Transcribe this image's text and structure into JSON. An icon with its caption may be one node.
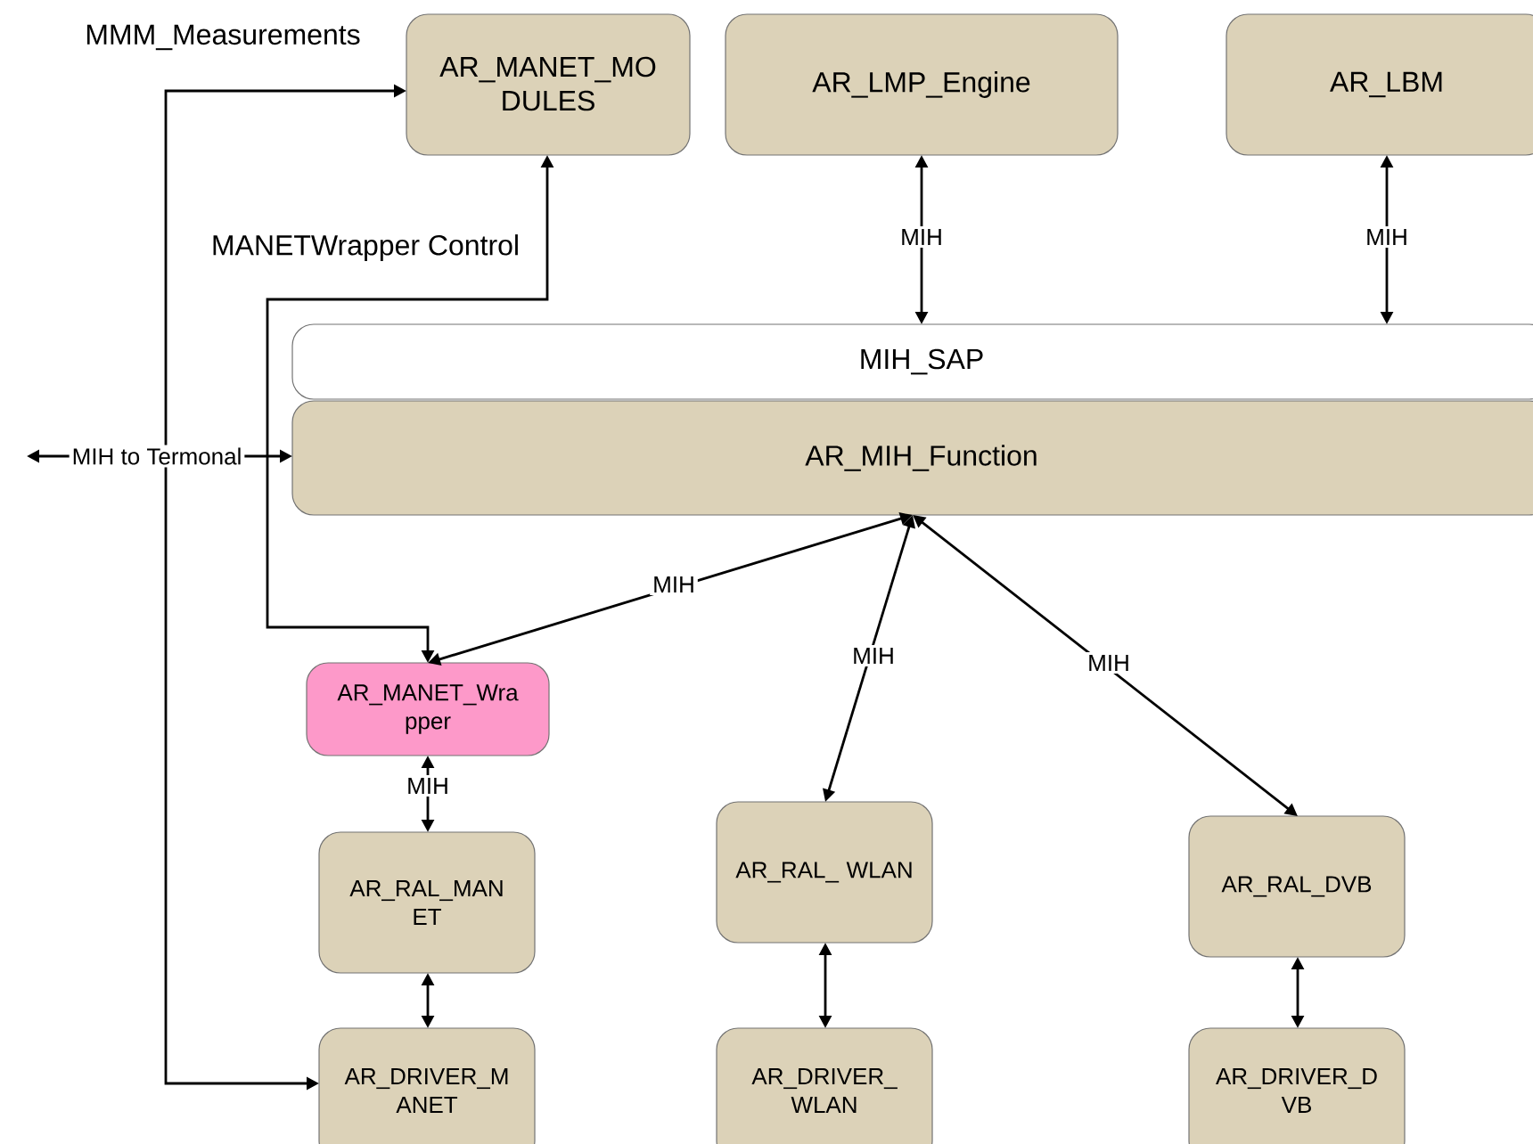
{
  "diagram": {
    "nodes": [
      {
        "text": [
          "AR_MANET_MO DULES"
        ]
      },
      {
        "text": [
          "AR_LMP_Engine"
        ]
      },
      {
        "text": [
          "AR_LBM"
        ]
      },
      {
        "text": [
          "MIH_SAP"
        ]
      },
      {
        "text": [
          "AR_MIH_Function"
        ]
      },
      {
        "text": [
          "AR_MANET_Wra pper"
        ]
      },
      {
        "text": [
          "AR_RAL_ WLAN"
        ]
      },
      {
        "text": [
          "AR_RAL_DVB"
        ]
      },
      {
        "text": [
          "AR_RAL_MAN ET"
        ]
      },
      {
        "text": [
          "AR_DRIVER_M ANET"
        ]
      },
      {
        "text": [
          "AR_DRIVER_ WLAN"
        ]
      },
      {
        "text": [
          "AR_DRIVER_D VB"
        ]
      }
    ],
    "edges": [
      {
        "from": 1,
        "to": 3,
        "arrow": "both",
        "label": "MIH"
      },
      {
        "from": 2,
        "to": 3,
        "arrow": "both",
        "label": "MIH"
      },
      {
        "from": 4,
        "to": 5,
        "arrow": "both",
        "label": "MIH"
      },
      {
        "from": 4,
        "to": 6,
        "arrow": "both",
        "label": "MIH"
      },
      {
        "from": 4,
        "to": 7,
        "arrow": "both",
        "label": "MIH"
      },
      {
        "from": 5,
        "to": 8,
        "arrow": "both",
        "label": "MIH"
      },
      {
        "from": 8,
        "to": 9,
        "arrow": "both"
      },
      {
        "from": 6,
        "to": 10,
        "arrow": "both"
      },
      {
        "from": 7,
        "to": 11,
        "arrow": "both"
      },
      {
        "from": 5,
        "to": 0,
        "arrow": "both",
        "label": "MANETWrapper Control"
      },
      {
        "from": 0,
        "to": 9,
        "arrow": "both"
      },
      {
        "from": 4,
        "to": null,
        "arrow": "both",
        "label": "MIH to Termonal"
      }
    ],
    "labels": [
      "MMM_Measurements"
    ]
  }
}
